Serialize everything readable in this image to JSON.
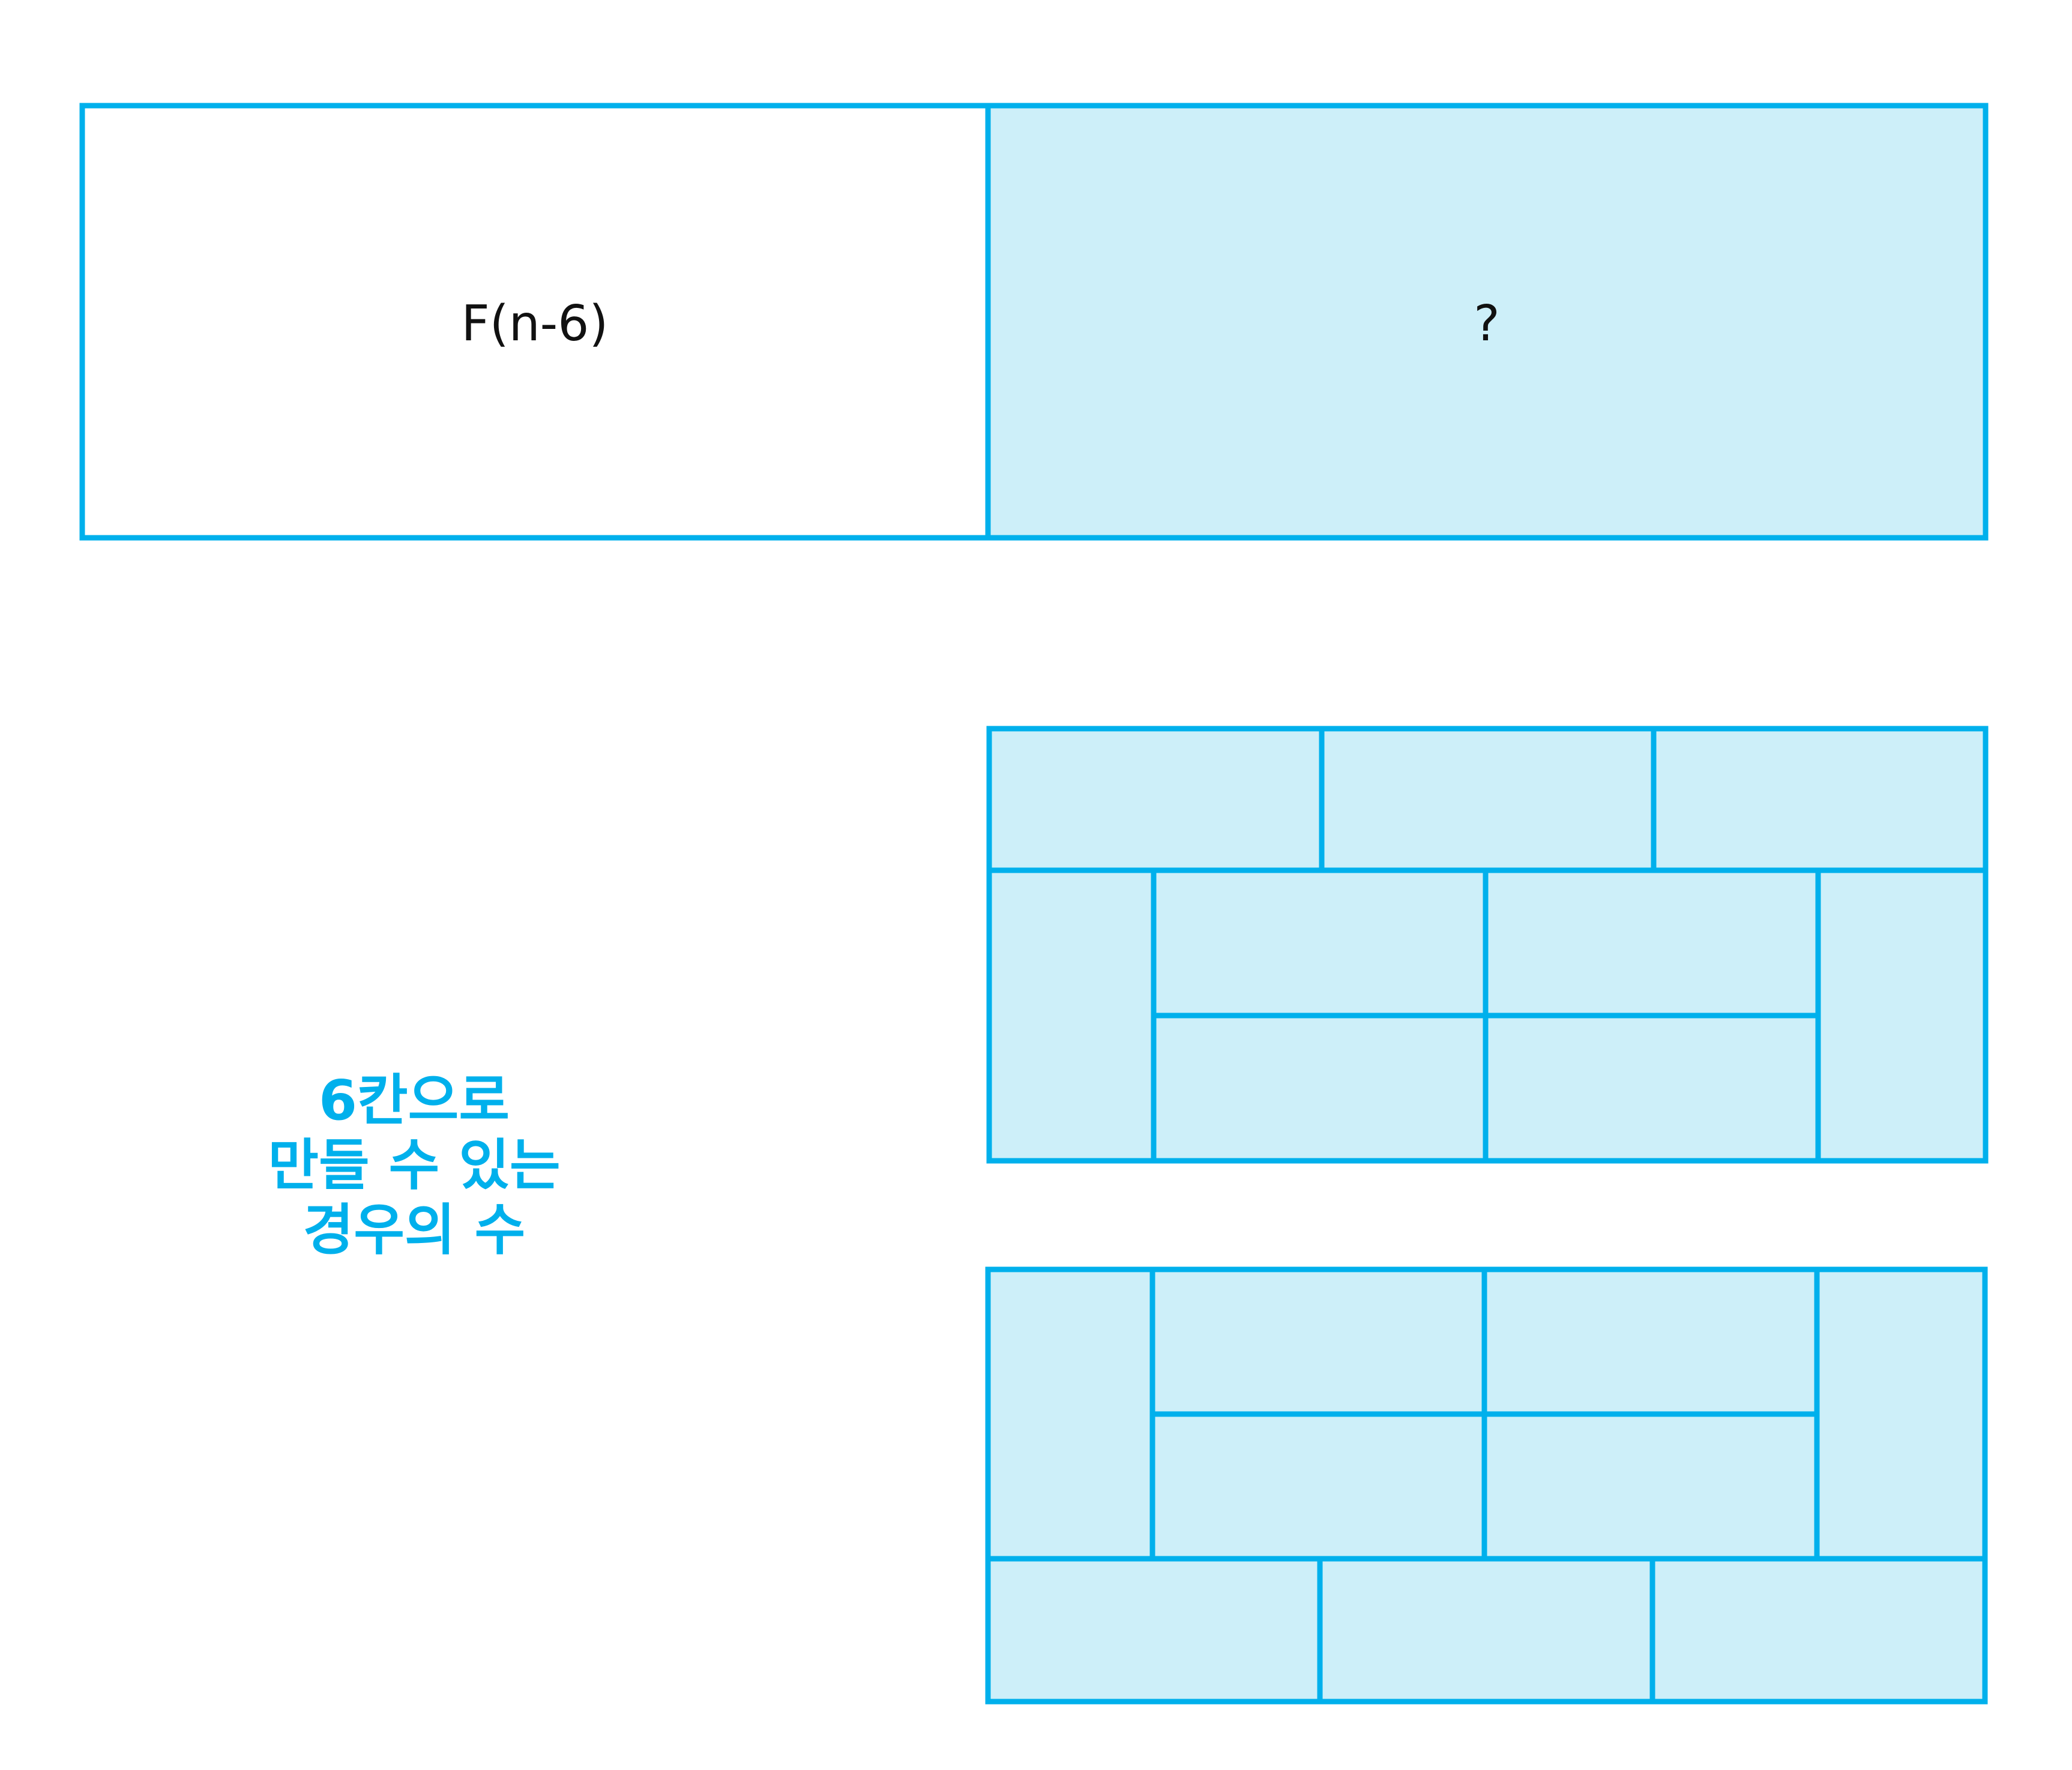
{
  "top_bar": {
    "left_label": "F(n-6)",
    "right_label": "?"
  },
  "caption": {
    "lines": [
      "6칸으로",
      "만들 수 있는",
      "경우의 수"
    ]
  },
  "colors": {
    "stroke": "#00b0ec",
    "fill_highlight": "#cdeff9",
    "caption": "#00b0ec"
  }
}
